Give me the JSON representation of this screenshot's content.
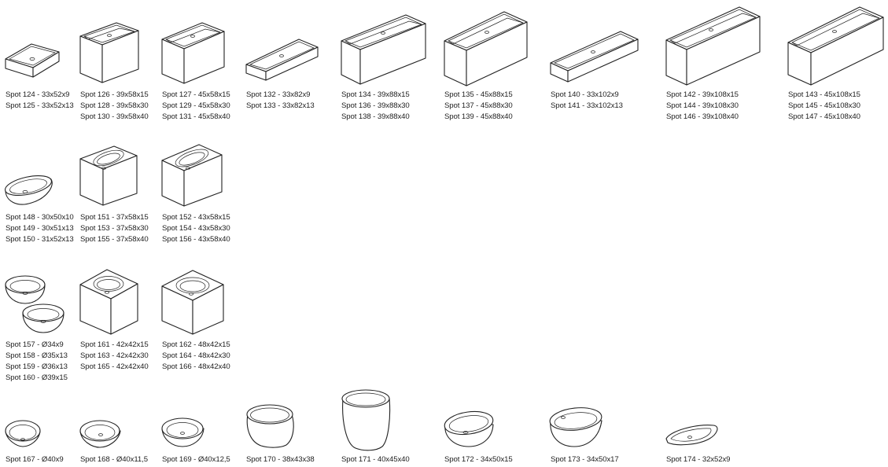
{
  "products": [
    {
      "id": "spot-124-125",
      "labels": [
        "Spot 124 - 33x52x9",
        "Spot 125 - 33x52x13"
      ]
    },
    {
      "id": "spot-126-130",
      "labels": [
        "Spot 126 - 39x58x15",
        "Spot 128 - 39x58x30",
        "Spot 130 - 39x58x40"
      ]
    },
    {
      "id": "spot-127-131",
      "labels": [
        "Spot 127 - 45x58x15",
        "Spot 129 - 45x58x30",
        "Spot 131 - 45x58x40"
      ]
    },
    {
      "id": "spot-132-133",
      "labels": [
        "Spot 132 - 33x82x9",
        "Spot 133 - 33x82x13"
      ]
    },
    {
      "id": "spot-134-138",
      "labels": [
        "Spot 134 - 39x88x15",
        "Spot 136 - 39x88x30",
        "Spot 138 - 39x88x40"
      ]
    },
    {
      "id": "spot-135-139",
      "labels": [
        "Spot 135 - 45x88x15",
        "Spot 137 - 45x88x30",
        "Spot 139 - 45x88x40"
      ]
    },
    {
      "id": "spot-140-141",
      "labels": [
        "Spot 140 - 33x102x9",
        "Spot 141 - 33x102x13"
      ]
    },
    {
      "id": "spot-142-146",
      "labels": [
        "Spot 142 - 39x108x15",
        "Spot 144 - 39x108x30",
        "Spot 146 - 39x108x40"
      ]
    },
    {
      "id": "spot-143-147",
      "labels": [
        "Spot 143 - 45x108x15",
        "Spot 145 - 45x108x30",
        "Spot 147 - 45x108x40"
      ]
    },
    {
      "id": "spot-148-150",
      "labels": [
        "Spot 148 - 30x50x10",
        "Spot 149 - 30x51x13",
        "Spot 150 - 31x52x13"
      ]
    },
    {
      "id": "spot-151-155",
      "labels": [
        "Spot 151 - 37x58x15",
        "Spot 153 - 37x58x30",
        "Spot 155 - 37x58x40"
      ]
    },
    {
      "id": "spot-152-156",
      "labels": [
        "Spot 152 - 43x58x15",
        "Spot 154 - 43x58x30",
        "Spot 156 - 43x58x40"
      ]
    },
    {
      "id": "spot-157-160",
      "labels": [
        "Spot 157 - Ø34x9",
        "Spot 158 - Ø35x13",
        "Spot 159 - Ø36x13",
        "Spot 160 - Ø39x15"
      ]
    },
    {
      "id": "spot-161-165",
      "labels": [
        "Spot 161 - 42x42x15",
        "Spot 163 - 42x42x30",
        "Spot 165 - 42x42x40"
      ]
    },
    {
      "id": "spot-162-166",
      "labels": [
        "Spot 162 - 48x42x15",
        "Spot 164 - 48x42x30",
        "Spot 166 - 48x42x40"
      ]
    },
    {
      "id": "spot-167",
      "labels": [
        "Spot 167 - Ø40x9"
      ]
    },
    {
      "id": "spot-168",
      "labels": [
        "Spot 168 - Ø40x11,5"
      ]
    },
    {
      "id": "spot-169",
      "labels": [
        "Spot 169 - Ø40x12,5"
      ]
    },
    {
      "id": "spot-170",
      "labels": [
        "Spot 170 - 38x43x38"
      ]
    },
    {
      "id": "spot-171",
      "labels": [
        "Spot 171 - 40x45x40"
      ]
    },
    {
      "id": "spot-172",
      "labels": [
        "Spot 172 - 34x50x15"
      ]
    },
    {
      "id": "spot-173",
      "labels": [
        "Spot 173 - 34x50x17"
      ]
    },
    {
      "id": "spot-174",
      "labels": [
        "Spot 174 - 32x52x9"
      ]
    }
  ]
}
